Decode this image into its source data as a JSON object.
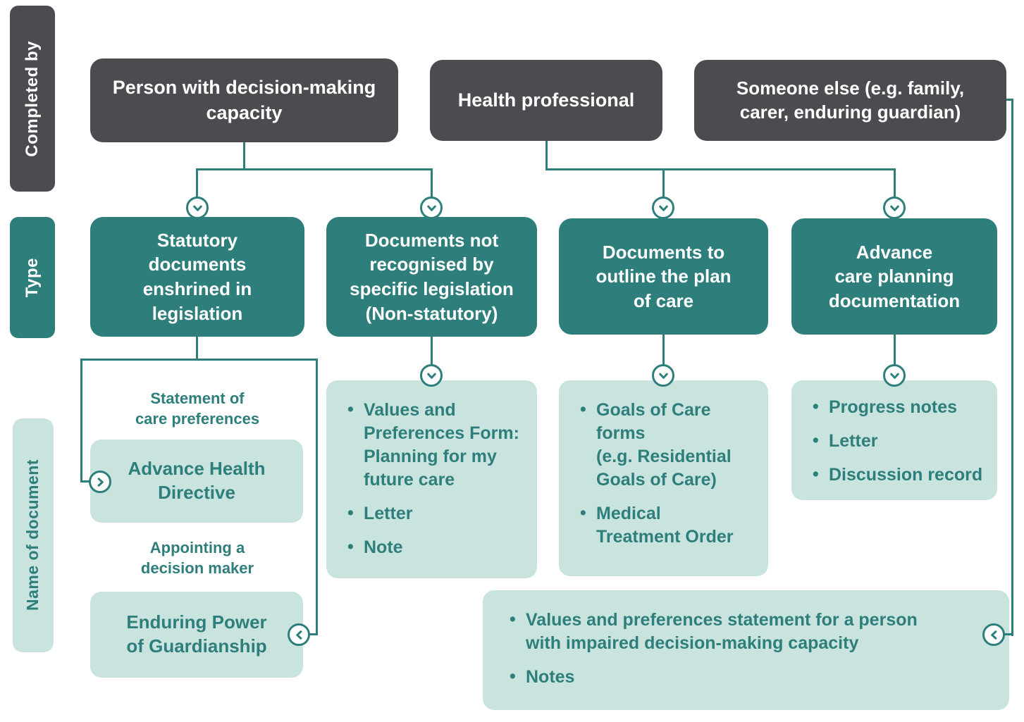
{
  "colors": {
    "dark": "#4b4b50",
    "teal": "#2e7e7b",
    "mint": "#c9e4de",
    "background": "#ffffff"
  },
  "row_labels": {
    "completed_by": "Completed by",
    "type": "Type",
    "name_of_document": "Name of document"
  },
  "completed_by": {
    "person": "Person with decision-making\ncapacity",
    "health_professional": "Health professional",
    "someone_else": "Someone else (e.g. family,\ncarer, enduring guardian)"
  },
  "types": {
    "statutory": "Statutory\ndocuments\nenshrined in\nlegislation",
    "non_statutory": "Documents not\nrecognised by\nspecific legislation\n(Non-statutory)",
    "plan_of_care": "Documents to\noutline the plan\nof care",
    "acp_documentation": "Advance\ncare planning\ndocumentation"
  },
  "documents": {
    "statutory": {
      "heading_care_preferences": "Statement of\ncare preferences",
      "advance_health_directive": "Advance Health\nDirective",
      "heading_decision_maker": "Appointing a\ndecision maker",
      "enduring_power_of_guardianship": "Enduring Power\nof Guardianship"
    },
    "non_statutory": {
      "items": [
        "Values and\nPreferences Form:\nPlanning for my\nfuture care",
        "Letter",
        "Note"
      ]
    },
    "plan_of_care": {
      "items": [
        "Goals of Care\nforms\n(e.g. Residential\nGoals of Care)",
        "Medical\nTreatment Order"
      ]
    },
    "acp_documentation": {
      "items": [
        "Progress notes",
        "Letter",
        "Discussion record"
      ]
    },
    "someone_else_documents": {
      "items": [
        "Values and preferences statement for a  person\nwith impaired decision-making capacity",
        "Notes"
      ]
    }
  },
  "icons": {
    "down": "chevron-down-icon",
    "right": "chevron-right-icon",
    "left": "chevron-left-icon"
  }
}
